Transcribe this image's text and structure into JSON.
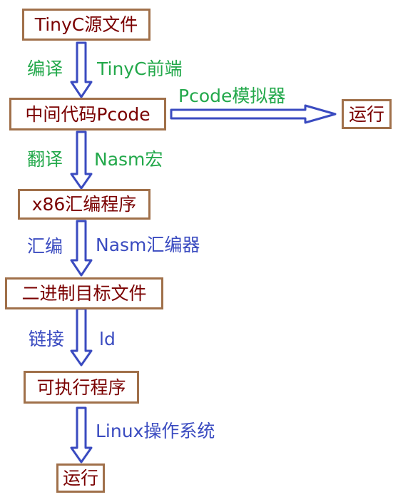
{
  "colors": {
    "box_border": "#a0704a",
    "box_text": "#7a0000",
    "green_text": "#22a84a",
    "blue_text": "#3a4bc0",
    "arrow": "#3a4bc0"
  },
  "nodes": {
    "source": "TinyC源文件",
    "ir": "中间代码Pcode",
    "run_vm": "运行",
    "asm": "x86汇编程序",
    "obj": "二进制目标文件",
    "exe": "可执行程序",
    "run_os": "运行"
  },
  "edges": {
    "compile_left": "编译",
    "compile_right": "TinyC前端",
    "pcode_vm": "Pcode模拟器",
    "translate_left": "翻译",
    "translate_right": "Nasm宏",
    "assemble_left": "汇编",
    "assemble_right": "Nasm汇编器",
    "link_left": "链接",
    "link_right": "ld",
    "os": "Linux操作系统"
  }
}
